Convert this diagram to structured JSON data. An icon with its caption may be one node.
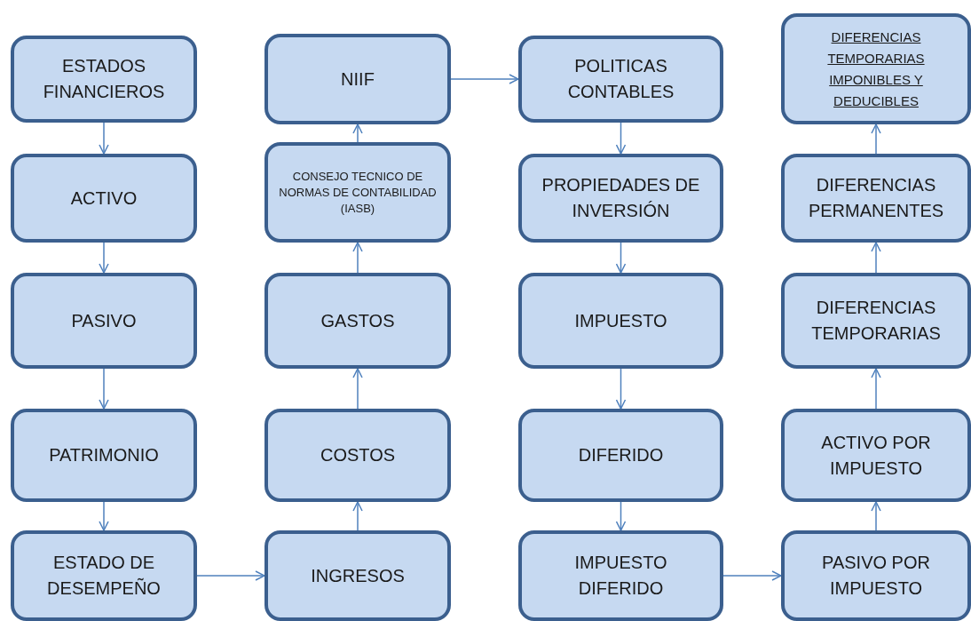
{
  "diagram": {
    "nodes": [
      {
        "text": [
          "ESTADOS FINANCIEROS"
        ]
      },
      {
        "text": [
          "ACTIVO"
        ]
      },
      {
        "text": [
          "PASIVO"
        ]
      },
      {
        "text": [
          "PATRIMONIO"
        ]
      },
      {
        "text": [
          "ESTADO  DE DESEMPEÑO"
        ]
      },
      {
        "text": [
          "NIIF"
        ]
      },
      {
        "text": [
          "CONSEJO TECNICO DE NORMAS DE CONTABILIDAD (IASB)"
        ]
      },
      {
        "text": [
          "GASTOS"
        ]
      },
      {
        "text": [
          "COSTOS"
        ]
      },
      {
        "text": [
          "INGRESOS"
        ]
      },
      {
        "text": [
          "POLITICAS CONTABLES"
        ]
      },
      {
        "text": [
          "PROPIEDADES DE INVERSIÓN"
        ]
      },
      {
        "text": [
          "IMPUESTO"
        ]
      },
      {
        "text": [
          "DIFERIDO"
        ]
      },
      {
        "text": [
          "IMPUESTO DIFERIDO"
        ]
      },
      {
        "text": [
          "DIFERENCIAS TEMPORARIAS IMPONIBLES Y DEDUCIBLES"
        ]
      },
      {
        "text": [
          "DIFERENCIAS PERMANENTES"
        ]
      },
      {
        "text": [
          "DIFERENCIAS TEMPORARIAS"
        ]
      },
      {
        "text": [
          "ACTIVO POR IMPUESTO"
        ]
      },
      {
        "text": [
          "PASIVO POR IMPUESTO"
        ]
      }
    ],
    "edges": [
      {
        "from": 0,
        "to": 1,
        "arrow": "to"
      },
      {
        "from": 1,
        "to": 2,
        "arrow": "to"
      },
      {
        "from": 2,
        "to": 3,
        "arrow": "to"
      },
      {
        "from": 3,
        "to": 4,
        "arrow": "to"
      },
      {
        "from": 4,
        "to": 9,
        "arrow": "to"
      },
      {
        "from": 9,
        "to": 8,
        "arrow": "to"
      },
      {
        "from": 8,
        "to": 7,
        "arrow": "to"
      },
      {
        "from": 7,
        "to": 6,
        "arrow": "to"
      },
      {
        "from": 6,
        "to": 5,
        "arrow": "to"
      },
      {
        "from": 5,
        "to": 10,
        "arrow": "to"
      },
      {
        "from": 10,
        "to": 11,
        "arrow": "to"
      },
      {
        "from": 11,
        "to": 12,
        "arrow": "to"
      },
      {
        "from": 12,
        "to": 13,
        "arrow": "to"
      },
      {
        "from": 13,
        "to": 14,
        "arrow": "to"
      },
      {
        "from": 14,
        "to": 19,
        "arrow": "to"
      },
      {
        "from": 19,
        "to": 18,
        "arrow": "to"
      },
      {
        "from": 18,
        "to": 17,
        "arrow": "to"
      },
      {
        "from": 17,
        "to": 16,
        "arrow": "to"
      },
      {
        "from": 16,
        "to": 15,
        "arrow": "to"
      }
    ]
  }
}
